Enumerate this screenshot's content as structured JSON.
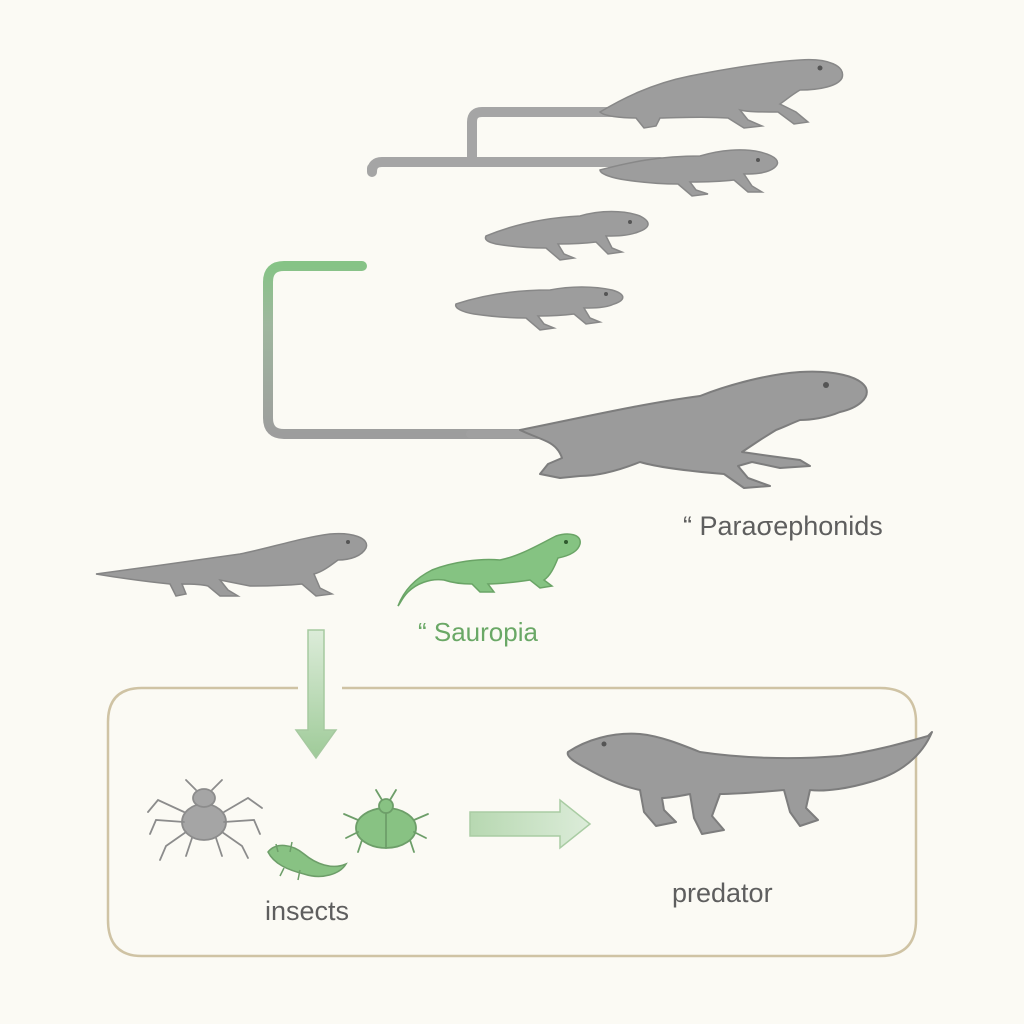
{
  "labels": {
    "paraphonids": "“ Paraσephonids",
    "sauropia": "“ Sauropia",
    "insects": "insects",
    "predator": "predator"
  },
  "colors": {
    "background": "#fbfaf4",
    "animal_gray": "#9b9b9b",
    "outline_gray": "#7d7d7d",
    "branch_gray": "#a3a3a3",
    "accent_green": "#7dbf7c",
    "label_gray": "#5e5e5e",
    "label_green": "#6aa866",
    "box_border": "#cfc3a4",
    "arrow_green": "#b9d8b4"
  },
  "icons": [
    "lizard-icon",
    "monitor-lizard-icon",
    "spider-icon",
    "beetle-icon",
    "larva-icon",
    "down-arrow-icon",
    "right-arrow-icon"
  ]
}
